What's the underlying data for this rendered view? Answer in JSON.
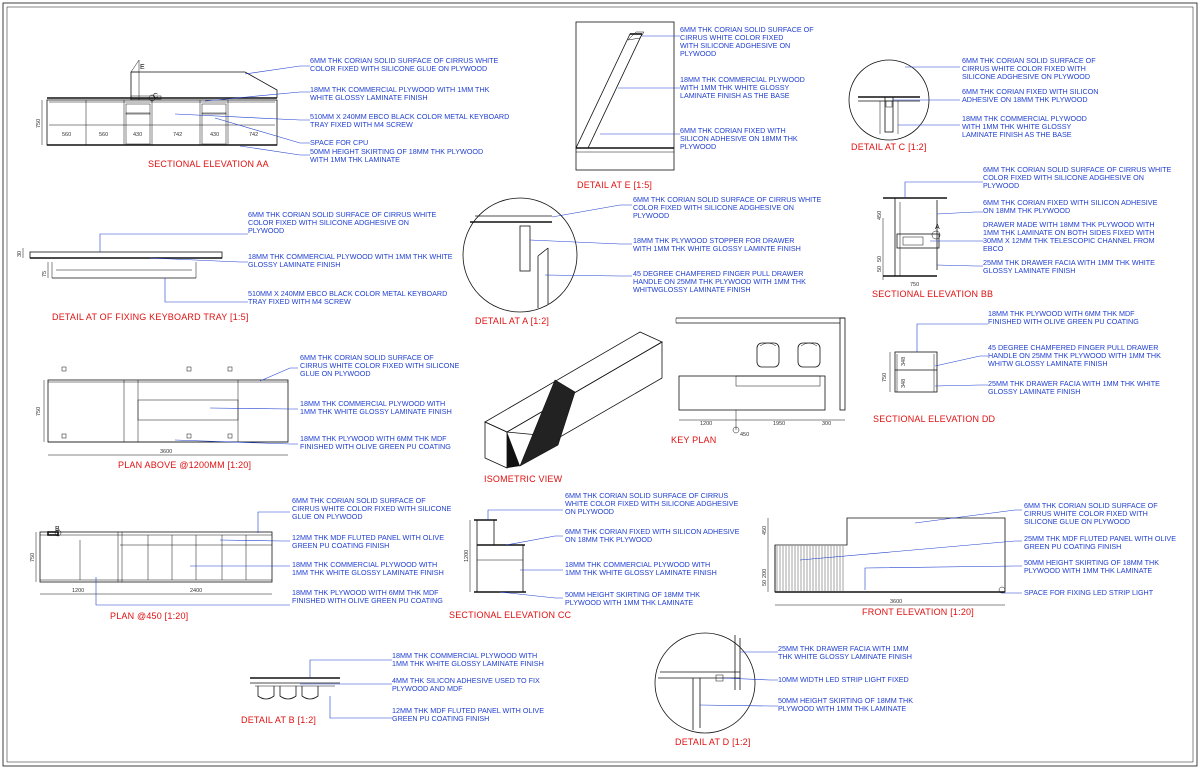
{
  "sheet": {
    "titles": {
      "sec_aa": "SECTIONAL ELEVATION AA",
      "detail_e": "DETAIL AT E [1:5]",
      "detail_c": "DETAIL AT C [1:2]",
      "detail_tray": "DETAIL AT OF FIXING KEYBOARD TRAY [1:5]",
      "detail_a": "DETAIL AT A [1:2]",
      "sec_bb": "SECTIONAL ELEVATION BB",
      "plan_above": "PLAN ABOVE @1200MM [1:20]",
      "isometric": "ISOMETRIC VIEW",
      "key_plan": "KEY PLAN",
      "sec_dd": "SECTIONAL ELEVATION DD",
      "plan_450": "PLAN @450 [1:20]",
      "sec_cc": "SECTIONAL ELEVATION CC",
      "front_elev": "FRONT ELEVATION [1:20]",
      "detail_b": "DETAIL AT B [1:2]",
      "detail_d": "DETAIL AT D [1:2]"
    },
    "notes": {
      "aa": [
        [
          "6MM THK CORIAN SOLID SURFACE OF CIRRUS WHITE",
          "COLOR FIXED WITH SILICONE GLUE ON PLYWOOD"
        ],
        [
          "18MM THK COMMERCIAL PLYWOOD WITH 1MM THK",
          "WHITE GLOSSY LAMINATE FINISH"
        ],
        [
          "510MM X 240MM EBCO BLACK COLOR METAL KEYBOARD",
          "TRAY FIXED WITH M4 SCREW"
        ],
        [
          "SPACE FOR CPU"
        ],
        [
          "50MM HEIGHT SKIRTING OF 18MM THK PLYWOOD",
          "WITH 1MM THK LAMINATE"
        ]
      ],
      "e": [
        [
          "6MM THK CORIAN SOLID SURFACE OF",
          "CIRRUS WHITE COLOR FIXED",
          "WITH SILICONE ADGHESIVE ON",
          "PLYWOOD"
        ],
        [
          "18MM THK COMMERCIAL PLYWOOD",
          "WITH 1MM THK WHITE GLOSSY",
          "LAMINATE FINISH AS THE BASE"
        ],
        [
          "6MM THK CORIAN FIXED WITH",
          "SILICON ADHESIVE ON 18MM THK",
          "PLYWOOD"
        ]
      ],
      "c": [
        [
          "6MM THK CORIAN SOLID SURFACE OF",
          "CIRRUS WHITE COLOR FIXED WITH",
          "SILICONE ADGHESIVE ON PLYWOOD"
        ],
        [
          "6MM THK CORIAN FIXED WITH SILICON",
          "ADHESIVE ON 18MM THK PLYWOOD"
        ],
        [
          "18MM THK COMMERCIAL PLYWOOD",
          "WITH 1MM THK WHITE GLOSSY",
          "LAMINATE FINISH AS THE BASE"
        ]
      ],
      "tray": [
        [
          "6MM THK CORIAN SOLID SURFACE OF CIRRUS WHITE",
          "COLOR FIXED WITH SILICONE ADGHESIVE ON",
          "PLYWOOD"
        ],
        [
          "18MM THK COMMERCIAL PLYWOOD WITH 1MM THK WHITE",
          "GLOSSY LAMINATE FINISH"
        ],
        [
          "510MM X 240MM EBCO BLACK COLOR METAL KEYBOARD",
          "TRAY FIXED WITH M4 SCREW"
        ]
      ],
      "a": [
        [
          "6MM THK CORIAN SOLID SURFACE OF CIRRUS WHITE",
          "COLOR FIXED WITH SILICONE ADGHESIVE ON",
          "PLYWOOD"
        ],
        [
          "18MM THK PLYWOOD STOPPER FOR DRAWER",
          "WITH 1MM THK WHITE GLOSSY LAMINTE FINISH"
        ],
        [
          "45 DEGREE CHAMFERED FINGER PULL DRAWER",
          "HANDLE ON 25MM THK PLYWOOD WITH 1MM THK",
          "WHITWGLOSSY LAMINATE FINISH"
        ]
      ],
      "bb": [
        [
          "6MM THK CORIAN SOLID SURFACE OF CIRRUS WHITE",
          "COLOR FIXED WITH SILICONE ADGHESIVE ON",
          "PLYWOOD"
        ],
        [
          "6MM THK CORIAN FIXED WITH SILICON ADHESIVE",
          "ON 18MM THK PLYWOOD"
        ],
        [
          "DRAWER MADE WITH 18MM THK PLYWOOD WITH",
          "1MM THK LAMINATE ON BOTH SIDES FIXED WITH",
          "30MM X 12MM THK TELESCOPIC CHANNEL FROM",
          "EBCO"
        ],
        [
          "25MM THK DRAWER FACIA WITH 1MM THK WHITE",
          "GLOSSY LAMINATE FINISH"
        ]
      ],
      "plan_above": [
        [
          "6MM THK CORIAN SOLID SURFACE OF",
          "CIRRUS WHITE COLOR FIXED WITH SILICONE",
          "GLUE ON PLYWOOD"
        ],
        [
          "18MM THK COMMERCIAL PLYWOOD WITH",
          "1MM THK WHITE GLOSSY LAMINATE FINISH"
        ],
        [
          "18MM THK PLYWOOD WITH 6MM THK MDF",
          "FINISHED WITH OLIVE GREEN PU COATING"
        ]
      ],
      "dd": [
        [
          "18MM THK PLYWOOD WITH 6MM THK MDF",
          "FINISHED WITH OLIVE GREEN PU COATING"
        ],
        [
          "45 DEGREE CHAMFERED FINGER PULL DRAWER",
          "HANDLE ON 25MM THK PLYWOOD WITH 1MM THK",
          "WHITW GLOSSY LAMINATE FINISH"
        ],
        [
          "25MM THK DRAWER FACIA WITH 1MM THK WHITE",
          "GLOSSY LAMINATE FINISH"
        ]
      ],
      "plan_450": [
        [
          "6MM THK CORIAN SOLID SURFACE OF",
          "CIRRUS WHITE COLOR FIXED WITH SILICONE",
          "GLUE ON PLYWOOD"
        ],
        [
          "12MM THK MDF FLUTED PANEL WITH OLIVE",
          "GREEN PU COATING FINISH"
        ],
        [
          "18MM THK COMMERCIAL PLYWOOD WITH",
          "1MM THK WHITE GLOSSY LAMINATE FINISH"
        ],
        [
          "18MM THK PLYWOOD WITH 6MM THK MDF",
          "FINISHED WITH OLIVE GREEN PU COATING"
        ]
      ],
      "cc": [
        [
          "6MM THK CORIAN SOLID SURFACE OF CIRRUS",
          "WHITE COLOR FIXED WITH SILICONE ADGHESIVE",
          "ON PLYWOOD"
        ],
        [
          "6MM THK CORIAN FIXED WITH SILICON ADHESIVE",
          "ON 18MM THK PLYWOOD"
        ],
        [
          "18MM THK COMMERCIAL PLYWOOD WITH",
          "1MM THK WHITE GLOSSY LAMINATE FINISH"
        ],
        [
          "50MM HEIGHT SKIRTING OF 18MM THK",
          "PLYWOOD WITH 1MM THK LAMINATE"
        ]
      ],
      "front": [
        [
          "6MM THK CORIAN SOLID SURFACE OF",
          "CIRRUS WHITE COLOR FIXED WITH",
          "SILICONE GLUE ON PLYWOOD"
        ],
        [
          "25MM THK MDF FLUTED PANEL WITH OLIVE",
          "GREEN PU COATING FINISH"
        ],
        [
          "50MM HEIGHT SKIRTING OF 18MM THK",
          "PLYWOOD WITH 1MM THK LAMINATE"
        ],
        [
          "SPACE FOR FIXING LED STRIP LIGHT"
        ]
      ],
      "b": [
        [
          "18MM THK COMMERCIAL PLYWOOD WITH",
          "1MM THK WHITE GLOSSY LAMINATE FINISH"
        ],
        [
          "4MM THK SILICON ADHESIVE USED TO FIX",
          "PLYWOOD AND MDF"
        ],
        [
          "12MM THK MDF FLUTED PANEL WITH OLIVE",
          "GREEN PU COATING FINISH"
        ]
      ],
      "d": [
        [
          "25MM THK DRAWER FACIA WITH 1MM",
          "THK WHITE GLOSSY LAMINATE FINISH"
        ],
        [
          "10MM WIDTH LED STRIP LIGHT FIXED"
        ],
        [
          "50MM HEIGHT SKIRTING OF 18MM THK",
          "PLYWOOD WITH 1MM THK LAMINATE"
        ]
      ]
    },
    "dims": {
      "aa": [
        "560",
        "560",
        "430",
        "742",
        "430",
        "742",
        "750"
      ],
      "tray": [
        "30",
        "75"
      ],
      "bb": [
        "450",
        "50",
        "50",
        "750"
      ],
      "plan_above": [
        "3600",
        "750"
      ],
      "key": [
        "1200",
        "1950",
        "300",
        "450"
      ],
      "dd": [
        "750",
        "348",
        "348"
      ],
      "plan_450": [
        "1200",
        "2400",
        "750"
      ],
      "cc": [
        "1200"
      ],
      "front": [
        "3600",
        "450",
        "50",
        "200"
      ]
    },
    "markers": {
      "e": "E",
      "c": "C",
      "a": "A",
      "b": "B"
    }
  }
}
